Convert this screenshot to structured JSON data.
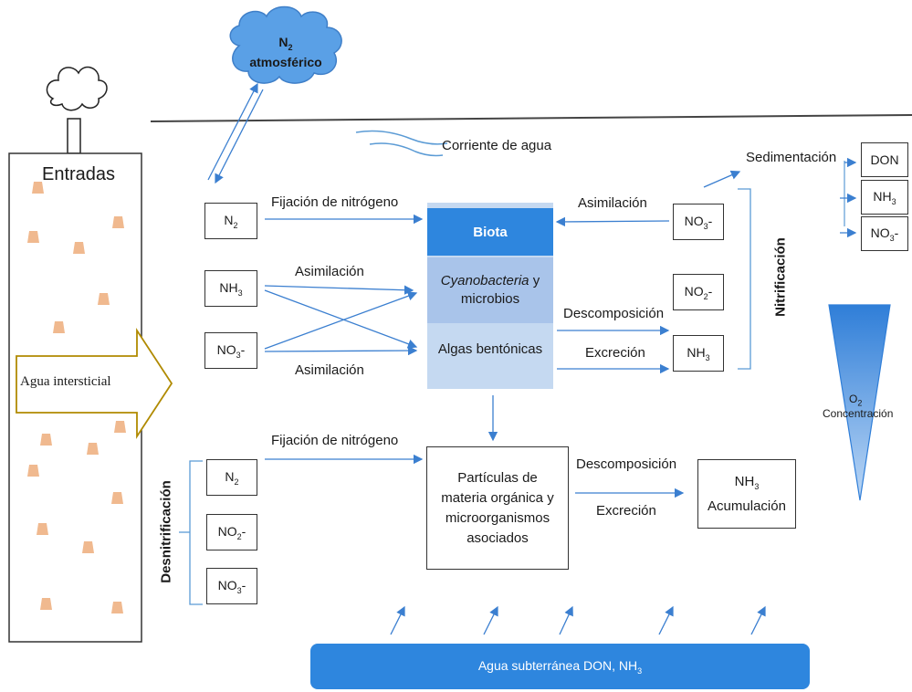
{
  "cloud": {
    "line1_main": "N",
    "line1_sub": "2",
    "line2": "atmosférico"
  },
  "current_label": "Corriente de agua",
  "left_panel": {
    "title": "Entradas",
    "arrow_label": "Agua intersticial"
  },
  "left_boxes": {
    "n2": {
      "main": "N",
      "sub": "2",
      "suffix": ""
    },
    "nh3": {
      "main": "NH",
      "sub": "3",
      "suffix": ""
    },
    "no3": {
      "main": "NO",
      "sub": "3",
      "suffix": "-"
    }
  },
  "flows": {
    "fix1": "Fijación de nitrógeno",
    "asim_top": "Asimilación",
    "asim_bottom": "Asimilación",
    "asim_right": "Asimilación",
    "descomp_right": "Descomposición",
    "excrecion_right": "Excreción",
    "fix2": "Fijación de nitrógeno",
    "descomp_bottom": "Descomposición",
    "excrecion_bottom": "Excreción",
    "sedimentacion": "Sedimentación"
  },
  "center": {
    "biota": "Biota",
    "cyano_italic": "Cyanobacteria",
    "cyano_rest": " y",
    "cyano_line2": "microbios",
    "algas": "Algas bentónicas"
  },
  "right_boxes": {
    "no3": {
      "main": "NO",
      "sub": "3",
      "suffix": "-"
    },
    "no2": {
      "main": "NO",
      "sub": "2",
      "suffix": "-"
    },
    "nh3": {
      "main": "NH",
      "sub": "3",
      "suffix": ""
    }
  },
  "far_right_boxes": {
    "don": "DON",
    "nh3": {
      "main": "NH",
      "sub": "3",
      "suffix": ""
    },
    "no3": {
      "main": "NO",
      "sub": "3",
      "suffix": "-"
    }
  },
  "nitrificacion": "Nitrificación",
  "desnitrificacion": "Desnitrificación",
  "denit_boxes": {
    "n2": {
      "main": "N",
      "sub": "2",
      "suffix": ""
    },
    "no2": {
      "main": "NO",
      "sub": "2",
      "suffix": "-"
    },
    "no3": {
      "main": "NO",
      "sub": "3",
      "suffix": "-"
    }
  },
  "particles": {
    "l1": "Partículas de",
    "l2": "materia orgánica y",
    "l3": "microorganismos",
    "l4": "asociados"
  },
  "accum": {
    "main": "NH",
    "sub": "3",
    "l2": "Acumulación"
  },
  "o2": {
    "main": "O",
    "sub": "2",
    "label": "Concentración"
  },
  "groundwater": {
    "text": "Agua subterránea DON, NH",
    "sub": "3"
  },
  "colors": {
    "accent": "#2e86de",
    "light_blue": "#c5d9f1",
    "mid_blue": "#a9c4ea",
    "line": "#5b9bd5",
    "cloud": "#5aa0e6"
  }
}
